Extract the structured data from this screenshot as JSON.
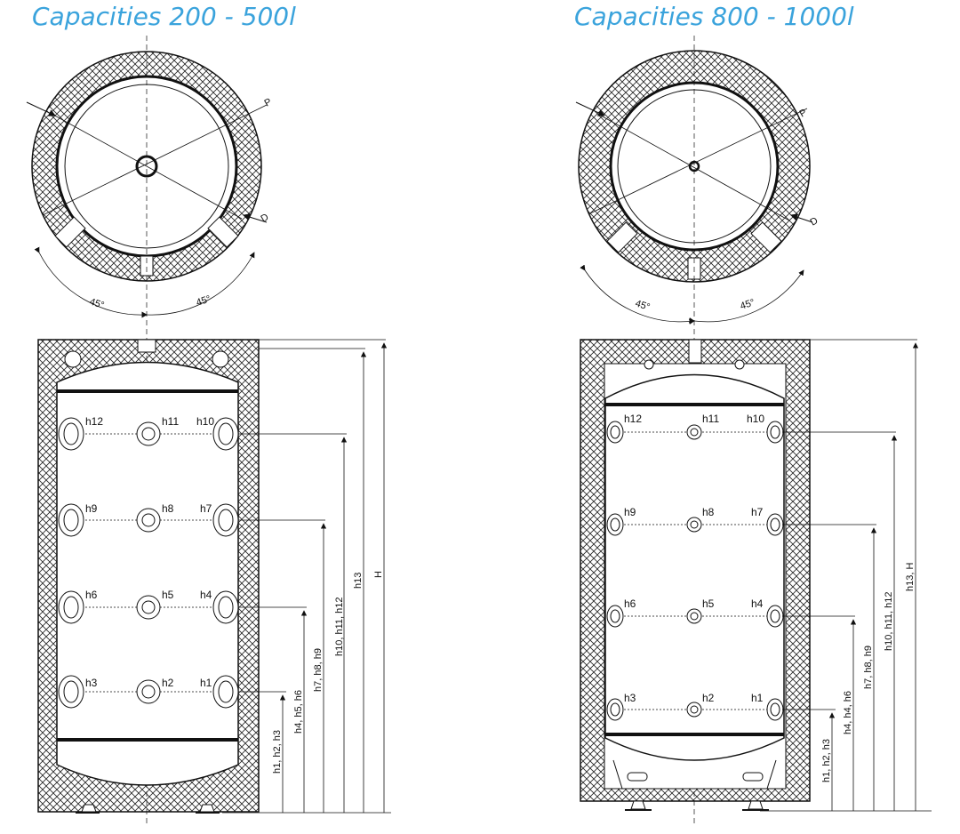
{
  "headings": {
    "left": "Capacities 200 - 500l",
    "right": "Capacities 800 - 1000l"
  },
  "accent_color": "#3aa3dc",
  "top_view": {
    "angle_label": "45°",
    "p_label": "P",
    "d_label": "D"
  },
  "connection_labels": {
    "row1": [
      "h12",
      "h11",
      "h10"
    ],
    "row2": [
      "h9",
      "h8",
      "h7"
    ],
    "row3": [
      "h6",
      "h5",
      "h4"
    ],
    "row4": [
      "h3",
      "h2",
      "h1"
    ]
  },
  "dimensions_left": [
    "h1, h2, h3",
    "h4, h5, h6",
    "h7, h8, h9",
    "h10, h11, h12",
    "h13",
    "H"
  ],
  "dimensions_right": [
    "h1, h2, h3",
    "h4, h4, h6",
    "h7, h8, h9",
    "h10, h11, h12",
    "h13, H"
  ]
}
